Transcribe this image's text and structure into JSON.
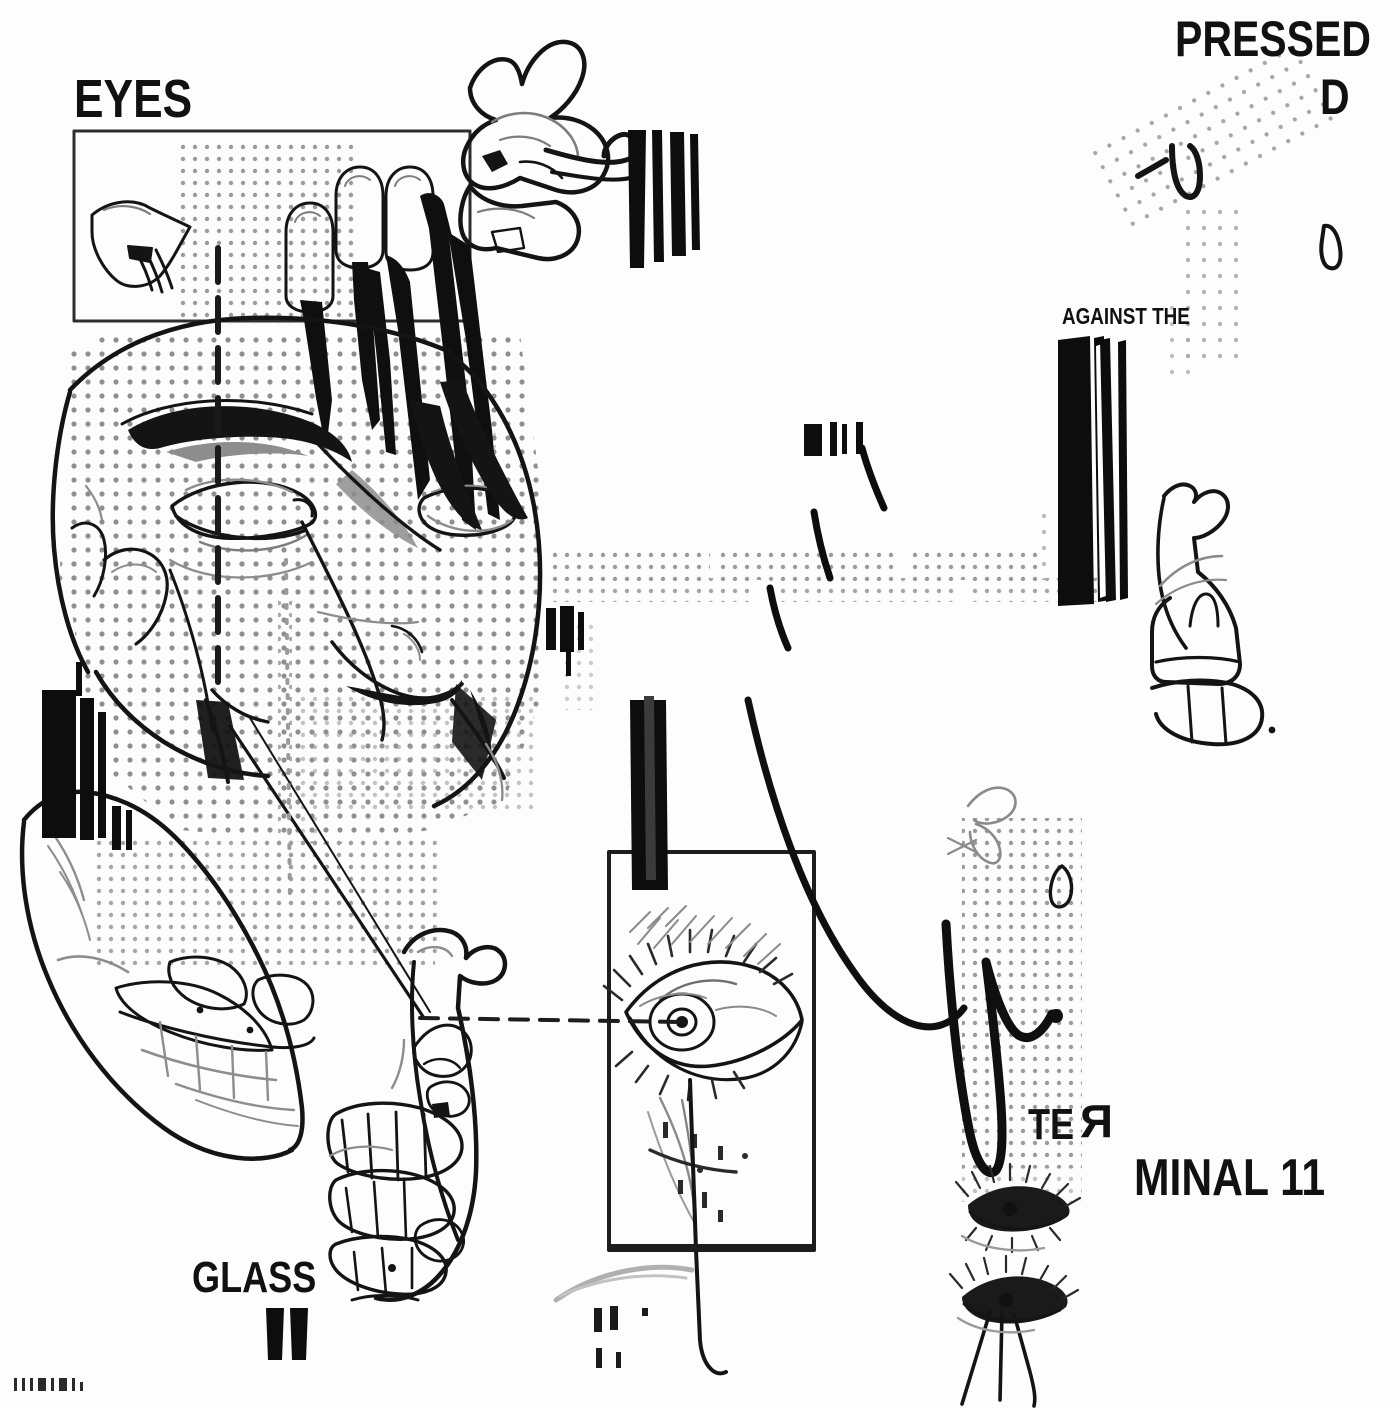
{
  "artwork": {
    "title": "EYES PRESSED AGAINST THE GLASS — TERMINAL 11",
    "palette": {
      "background": "#fdfdfd",
      "ink": "#111111",
      "halftone": "#9a9a9a",
      "outline": "#2e2e2e",
      "mid_gray": "#8d8d8d"
    },
    "style": "black-and-white glitch collage poster"
  },
  "labels": {
    "eyes": "EYES",
    "glass": "GLASS",
    "pressed": "PRESSED",
    "pressed_stray_d": "D",
    "against_the": "AGAINST THE",
    "terminal_te": "TE",
    "terminal_r_reversed": "R",
    "terminal_minal": "MINAL 11"
  },
  "icons": {
    "eye_lashes": "eye-icon",
    "skull_profile": "skull-icon",
    "hand_bones": "hand-bones-icon",
    "vertebra": "vertebra-icon",
    "foot_bones": "foot-bones-icon",
    "barcode": "barcode-icon",
    "halftone_field": "halftone-dots-icon",
    "scribble": "scribble-icon",
    "dashed_guide": "dashed-guide-icon"
  },
  "regions": {
    "top_left_frame": "eyes-frame",
    "center_frame": "eye-closeup-frame"
  }
}
